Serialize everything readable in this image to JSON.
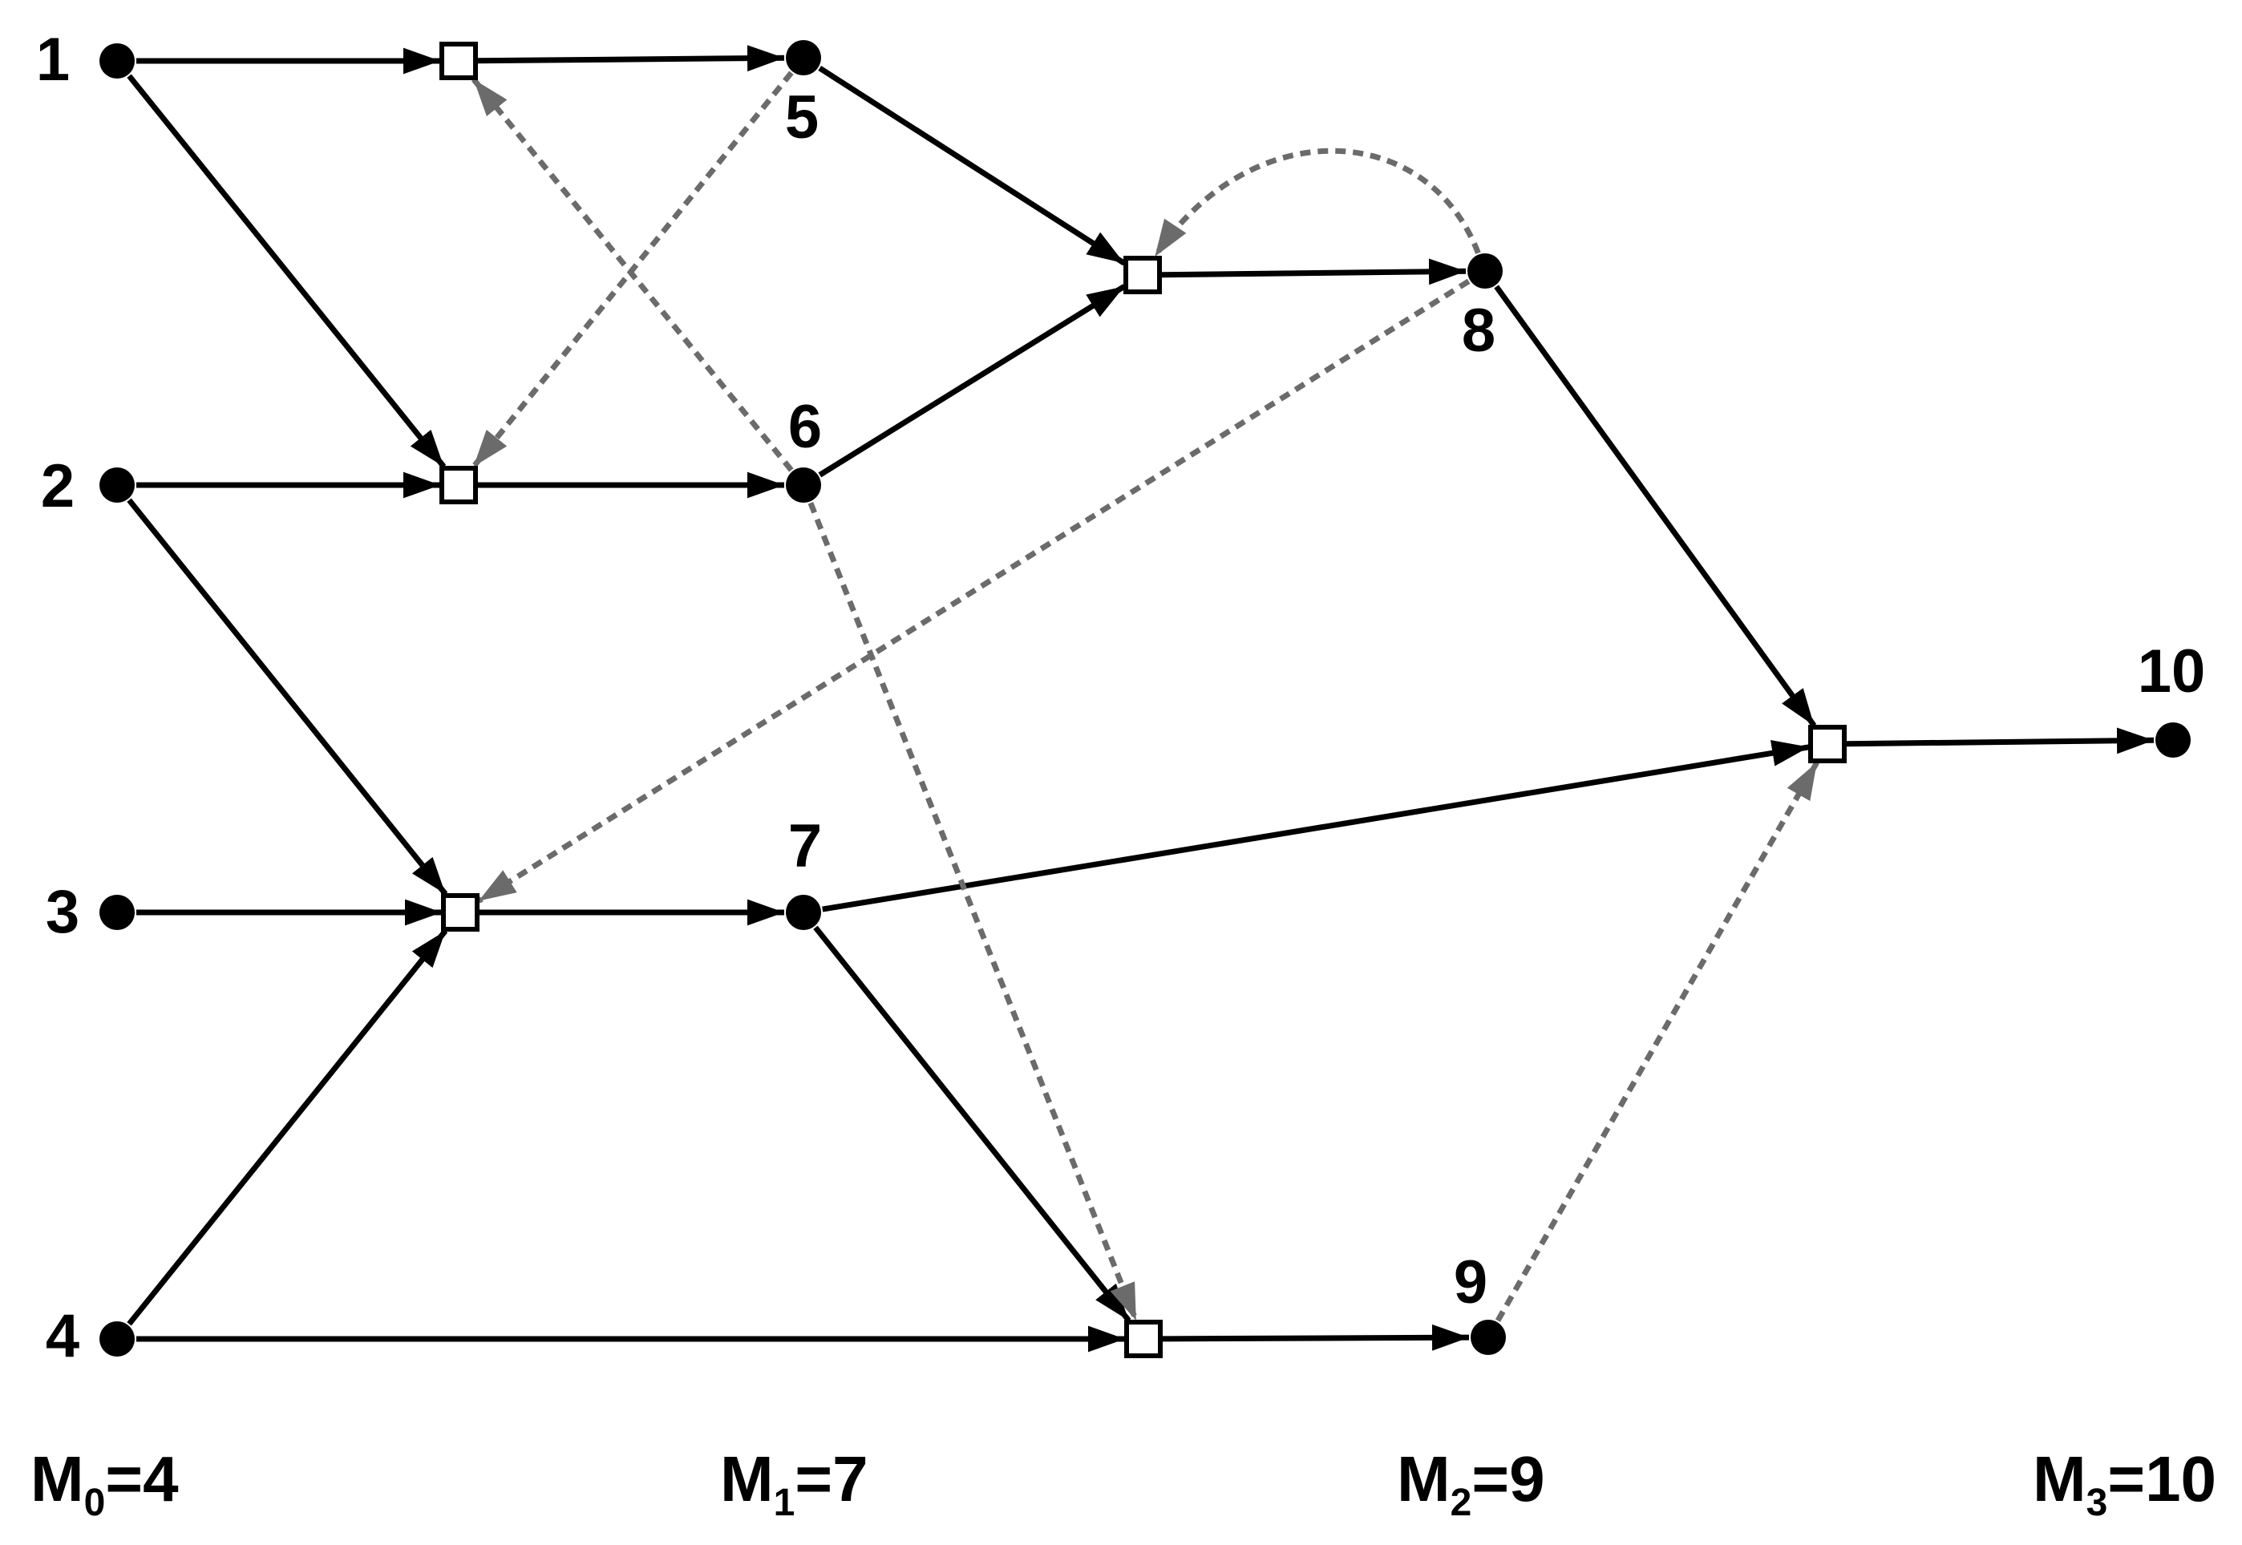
{
  "colors": {
    "solid_edge": "#000000",
    "dashed_edge": "#6b6b6b",
    "node_fill": "#000000",
    "junction_fill": "#ffffff",
    "junction_stroke": "#000000"
  },
  "nodes": [
    {
      "id": "n1",
      "label": "1",
      "shape": "dot",
      "icon": "circle-node-icon"
    },
    {
      "id": "n2",
      "label": "2",
      "shape": "dot",
      "icon": "circle-node-icon"
    },
    {
      "id": "n3",
      "label": "3",
      "shape": "dot",
      "icon": "circle-node-icon"
    },
    {
      "id": "n4",
      "label": "4",
      "shape": "dot",
      "icon": "circle-node-icon"
    },
    {
      "id": "n5",
      "label": "5",
      "shape": "dot",
      "icon": "circle-node-icon"
    },
    {
      "id": "n6",
      "label": "6",
      "shape": "dot",
      "icon": "circle-node-icon"
    },
    {
      "id": "n7",
      "label": "7",
      "shape": "dot",
      "icon": "circle-node-icon"
    },
    {
      "id": "n8",
      "label": "8",
      "shape": "dot",
      "icon": "circle-node-icon"
    },
    {
      "id": "n9",
      "label": "9",
      "shape": "dot",
      "icon": "circle-node-icon"
    },
    {
      "id": "n10",
      "label": "10",
      "shape": "dot",
      "icon": "circle-node-icon"
    },
    {
      "id": "jA",
      "label": "",
      "shape": "square",
      "icon": "square-junction-icon"
    },
    {
      "id": "jB",
      "label": "",
      "shape": "square",
      "icon": "square-junction-icon"
    },
    {
      "id": "jC",
      "label": "",
      "shape": "square",
      "icon": "square-junction-icon"
    },
    {
      "id": "jD",
      "label": "",
      "shape": "square",
      "icon": "square-junction-icon"
    },
    {
      "id": "jE",
      "label": "",
      "shape": "square",
      "icon": "square-junction-icon"
    },
    {
      "id": "jF",
      "label": "",
      "shape": "square",
      "icon": "square-junction-icon"
    }
  ],
  "edges": [
    {
      "from": "n1",
      "to": "jA",
      "style": "solid"
    },
    {
      "from": "jA",
      "to": "n5",
      "style": "solid"
    },
    {
      "from": "n1",
      "to": "jB",
      "style": "solid"
    },
    {
      "from": "n2",
      "to": "jB",
      "style": "solid"
    },
    {
      "from": "jB",
      "to": "n6",
      "style": "solid"
    },
    {
      "from": "n2",
      "to": "jC",
      "style": "solid"
    },
    {
      "from": "n3",
      "to": "jC",
      "style": "solid"
    },
    {
      "from": "n4",
      "to": "jC",
      "style": "solid"
    },
    {
      "from": "jC",
      "to": "n7",
      "style": "solid"
    },
    {
      "from": "n5",
      "to": "jD",
      "style": "solid"
    },
    {
      "from": "n6",
      "to": "jD",
      "style": "solid"
    },
    {
      "from": "jD",
      "to": "n8",
      "style": "solid"
    },
    {
      "from": "n4",
      "to": "jE",
      "style": "solid"
    },
    {
      "from": "n7",
      "to": "jE",
      "style": "solid"
    },
    {
      "from": "jE",
      "to": "n9",
      "style": "solid"
    },
    {
      "from": "n8",
      "to": "jF",
      "style": "solid"
    },
    {
      "from": "n7",
      "to": "jF",
      "style": "solid"
    },
    {
      "from": "jF",
      "to": "n10",
      "style": "solid"
    },
    {
      "from": "n5",
      "to": "jB",
      "style": "dashed"
    },
    {
      "from": "n6",
      "to": "jA",
      "style": "dashed"
    },
    {
      "from": "n6",
      "to": "jE",
      "style": "dashed"
    },
    {
      "from": "n8",
      "to": "jD",
      "style": "dashed",
      "curved": true
    },
    {
      "from": "n8",
      "to": "jC",
      "style": "dashed"
    },
    {
      "from": "n9",
      "to": "jF",
      "style": "dashed"
    }
  ],
  "stages": [
    {
      "prefix": "M",
      "sub": "0",
      "suffix": "=4"
    },
    {
      "prefix": "M",
      "sub": "1",
      "suffix": "=7"
    },
    {
      "prefix": "M",
      "sub": "2",
      "suffix": "=9"
    },
    {
      "prefix": "M",
      "sub": "3",
      "suffix": "=10"
    }
  ]
}
